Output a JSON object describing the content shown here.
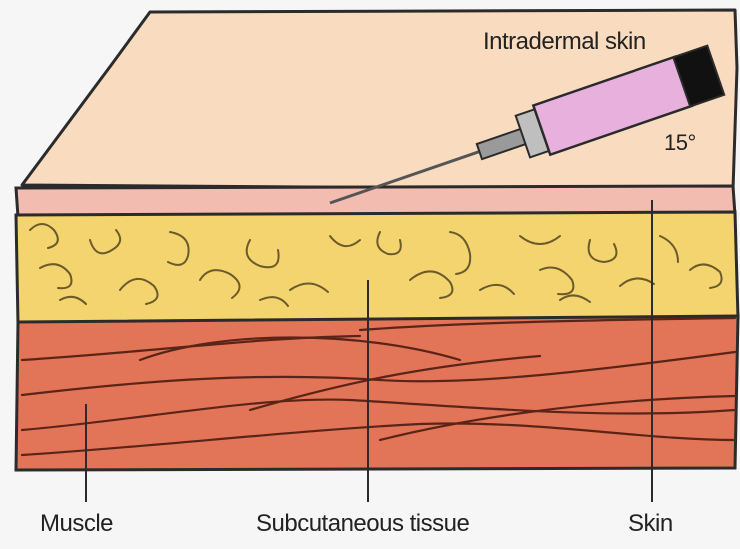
{
  "labels": {
    "intradermal": "Intradermal skin",
    "angle": "15°",
    "muscle": "Muscle",
    "subcutaneous": "Subcutaneous tissue",
    "skin": "Skin"
  },
  "colors": {
    "background": "#f6f6f6",
    "skin_surface": "#f9dcc0",
    "dermis": "#f2bcb0",
    "fat": "#f3d46e",
    "muscle": "#e27458",
    "syringe_barrel": "#e8b0dd",
    "outline": "#2b2b2b"
  },
  "icons": [
    "syringe-icon"
  ]
}
